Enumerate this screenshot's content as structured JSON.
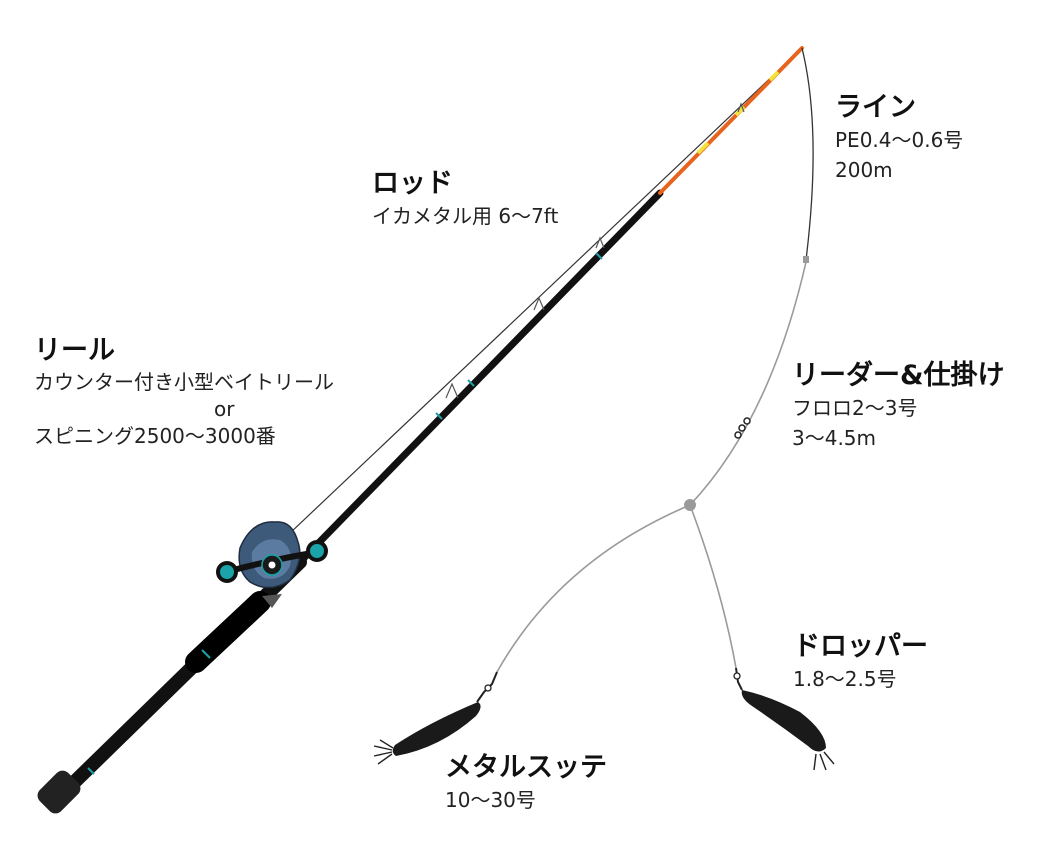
{
  "rod": {
    "title": "ロッド",
    "spec": "イカメタル用 6〜7ft"
  },
  "line": {
    "title": "ライン",
    "spec": "PE0.4〜0.6号",
    "length": "200m"
  },
  "reel": {
    "title": "リール",
    "option1": "カウンター付き小型ベイトリール",
    "or": "or",
    "option2": "スピニング2500〜3000番"
  },
  "leader": {
    "title": "リーダー&仕掛け",
    "spec": "フロロ2〜3号",
    "length": "3〜4.5m"
  },
  "dropper": {
    "title": "ドロッパー",
    "spec": "1.8〜2.5号"
  },
  "metal_sutte": {
    "title": "メタルスッテ",
    "spec": "10〜30号"
  },
  "colors": {
    "rod_body": "#111111",
    "rod_tip": "#e8641e",
    "tip_marks": "#f2e23a",
    "accent_teal": "#1aa3a8",
    "reel_body": "#3d5a7a",
    "pe_line": "#333333",
    "leader_line": "#9a9a9a",
    "lure_body": "#1a1a1a"
  },
  "icons": {
    "reel": "baitcasting-reel-icon",
    "swivel": "swivel-icon",
    "bead": "bead-icon",
    "lure": "squid-jig-icon"
  }
}
